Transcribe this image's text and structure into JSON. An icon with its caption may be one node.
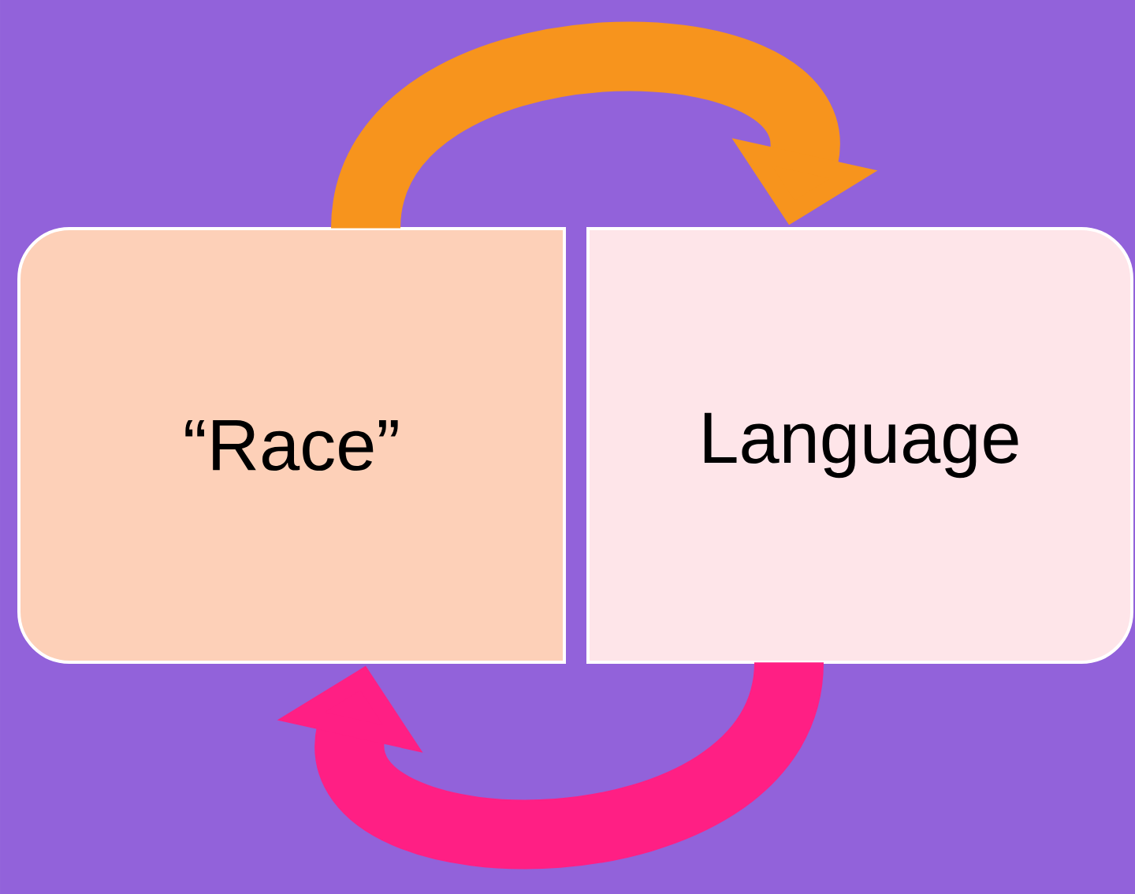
{
  "diagram": {
    "nodes": [
      {
        "text": [
          "“Race”"
        ]
      },
      {
        "text": [
          "Language"
        ]
      }
    ],
    "edges": [
      {
        "from": 0,
        "to": 1,
        "arrow": "to",
        "color": "#f7941d"
      },
      {
        "from": 1,
        "to": 0,
        "arrow": "to",
        "color": "#ff1f84"
      }
    ]
  }
}
